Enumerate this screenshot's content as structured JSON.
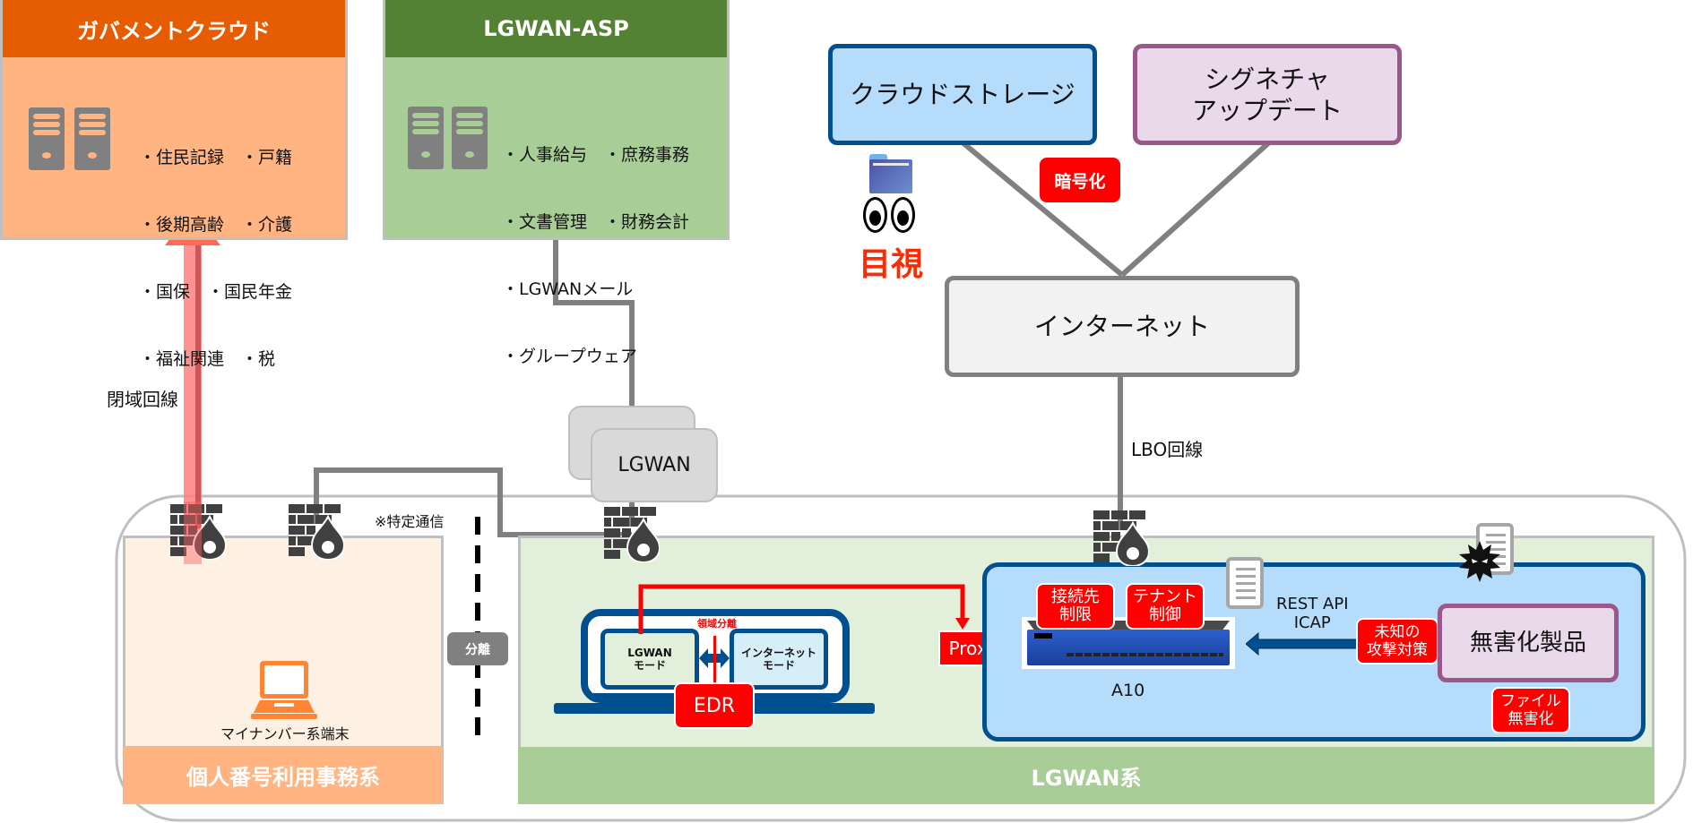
{
  "gov_cloud": {
    "title": "ガバメントクラウド",
    "items": [
      "・住民記録　・戸籍",
      "・後期高齢　・介護",
      "・国保　・国民年金",
      "・福祉関連　・税"
    ],
    "header_color": "#e65c00",
    "body_color": "#ffb482"
  },
  "lgwan_asp": {
    "title": "LGWAN-ASP",
    "items": [
      "・人事給与　・庶務事務",
      "・文書管理　・財務会計",
      "・LGWANメール",
      "・グループウェア"
    ],
    "header_color": "#548235",
    "body_color": "#a9cd96"
  },
  "cloud_storage": {
    "label": "クラウドストレージ",
    "border_color": "#00508f",
    "fill_color": "#b6dcfb"
  },
  "signature_update": {
    "line1": "シグネチャ",
    "line2": "アップデート",
    "border_color": "#995889",
    "fill_color": "#ead9ea"
  },
  "encryption_tag": "暗号化",
  "visual_check": {
    "label": "目視",
    "folder_icon": "folder-icon",
    "eyes_icon": "eyes-icon"
  },
  "internet": {
    "label": "インターネット"
  },
  "lbo_line_label": "LBO回線",
  "closed_line_label": "閉域回線",
  "lgwan_network": {
    "label": "LGWAN"
  },
  "specific_comm_note": "※特定通信",
  "separation_badge": "分離",
  "mynumber_zone": {
    "terminal_label": "マイナンバー系端末",
    "footer_label": "個人番号利用事務系"
  },
  "lgwan_zone": {
    "footer_label": "LGWAN系",
    "laptop": {
      "lgwan_mode_line1": "LGWAN",
      "lgwan_mode_line2": "モード",
      "internet_mode_line1": "インターネット",
      "internet_mode_line2": "モード",
      "isolation_label": "領域分離",
      "edr_tag": "EDR"
    },
    "proxy_tag": "Proxy",
    "a10": {
      "label": "A10",
      "tag_connection_line1": "接続先",
      "tag_connection_line2": "制限",
      "tag_tenant_line1": "テナント",
      "tag_tenant_line2": "制御"
    },
    "protocol_line1": "REST API",
    "protocol_line2": "ICAP",
    "unknown_attack_line1": "未知の",
    "unknown_attack_line2": "攻撃対策",
    "sanitize_product": {
      "label": "無害化製品"
    },
    "file_sanitize_line1": "ファイル",
    "file_sanitize_line2": "無害化"
  },
  "colors": {
    "alert_red": "#ff0000",
    "navy": "#00508f",
    "wire_gray": "#808080",
    "closed_line_pink": "#ff8080"
  }
}
